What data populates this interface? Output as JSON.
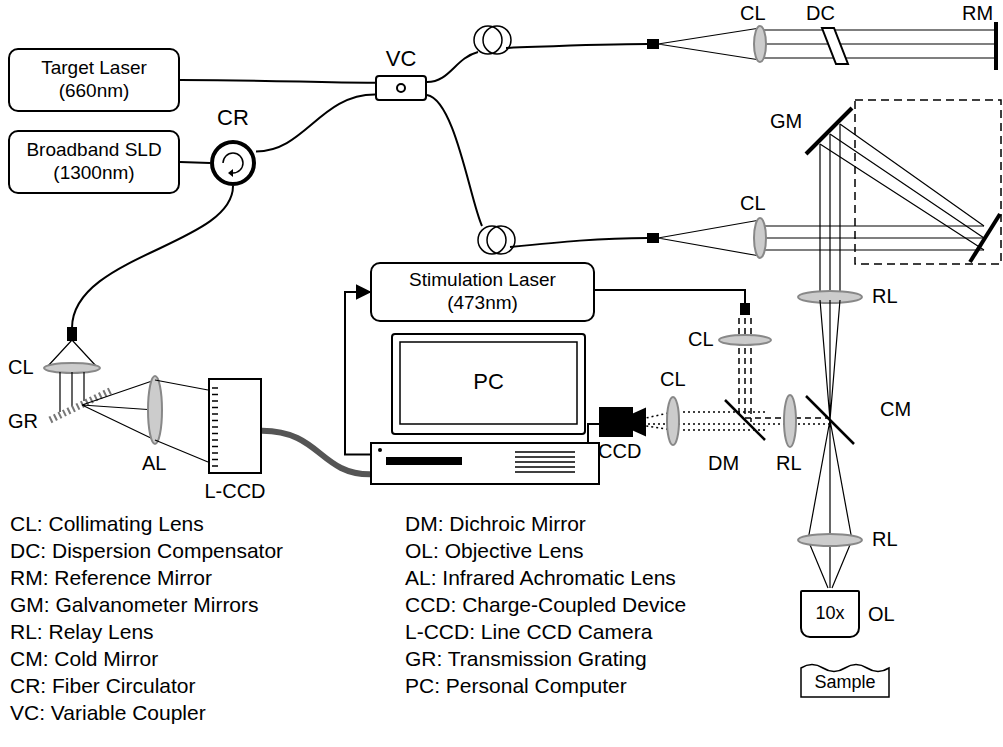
{
  "diagram": {
    "nodes": [
      {
        "text": [
          "Target Laser (660nm)"
        ]
      },
      {
        "text": [
          "VC"
        ]
      },
      {
        "text": [
          "Broadband SLD (1300nm)"
        ]
      },
      {
        "text": [
          "CR"
        ]
      },
      {
        "text": [
          "Stimulation Laser (473nm)"
        ]
      },
      {
        "text": [
          "PC"
        ]
      },
      {
        "text": [
          "L-CCD"
        ]
      },
      {
        "text": [
          "10x"
        ]
      },
      {
        "text": [
          "Sample"
        ]
      }
    ],
    "edges": [
      {
        "from": 0,
        "to": 1,
        "arrow": "none"
      },
      {
        "from": 2,
        "to": 3,
        "arrow": "none"
      },
      {
        "from": 3,
        "to": 1,
        "arrow": "none"
      },
      {
        "from": 5,
        "to": 4,
        "arrow": "to"
      },
      {
        "from": 6,
        "to": 5,
        "arrow": "none"
      }
    ],
    "labels": [
      "CL",
      "DC",
      "RM",
      "GM",
      "CL",
      "CL",
      "GR",
      "AL",
      "CL",
      "CL",
      "CCD",
      "DM",
      "RL",
      "CM",
      "RL",
      "RL",
      "OL",
      "CL: Collimating Lens",
      "DC: Dispersion Compensator",
      "RM: Reference Mirror",
      "GM: Galvanometer Mirrors",
      "RL: Relay Lens",
      "CM: Cold Mirror",
      "CR: Fiber Circulator",
      "VC: Variable Coupler",
      "DM: Dichroic Mirror",
      "OL: Objective Lens",
      "AL: Infrared Achromatic Lens",
      "CCD: Charge-Coupled Device",
      "L-CCD: Line CCD Camera",
      "GR: Transmission Grating",
      "PC: Personal Computer"
    ]
  }
}
